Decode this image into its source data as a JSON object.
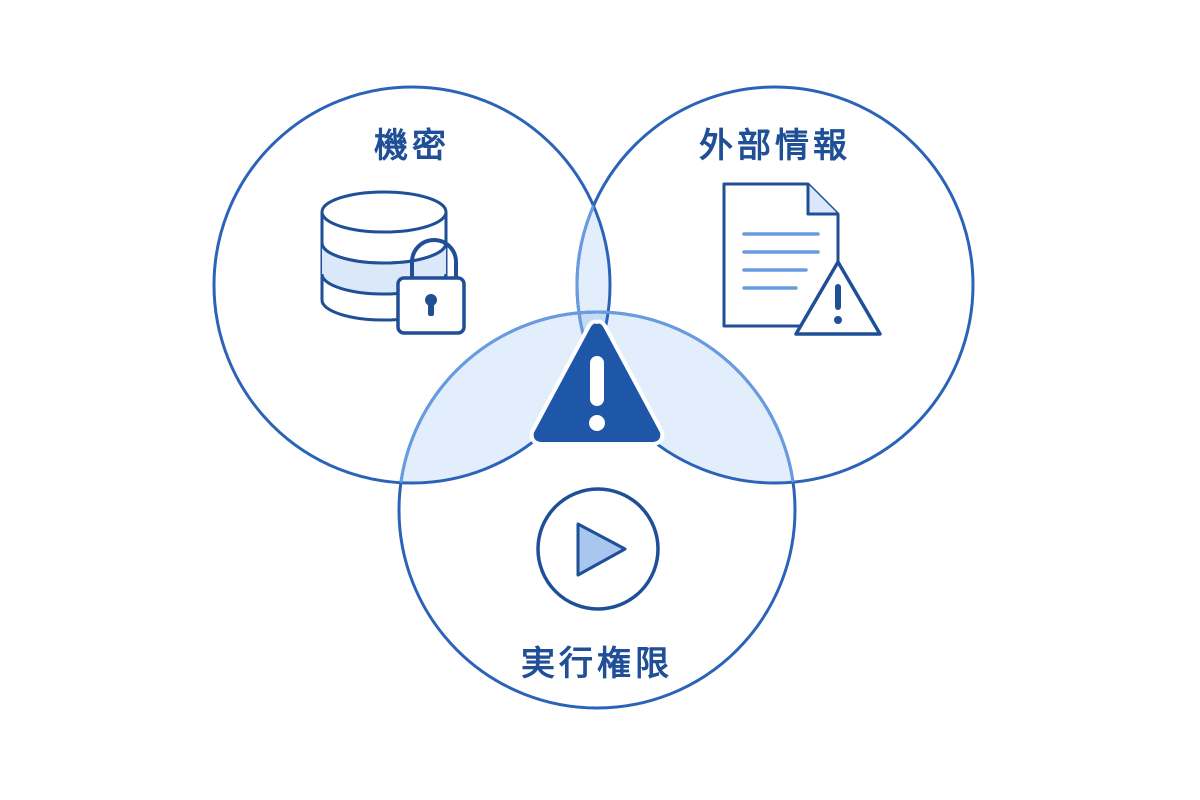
{
  "diagram": {
    "type": "venn",
    "sets": [
      {
        "id": "confidential",
        "label": "機密",
        "icon": "database-lock-icon"
      },
      {
        "id": "external",
        "label": "外部情報",
        "icon": "document-warning-icon"
      },
      {
        "id": "execution",
        "label": "実行権限",
        "icon": "play-circle-icon"
      }
    ],
    "center_icon": "warning-triangle-icon"
  },
  "colors": {
    "stroke": "#2b63b8",
    "stroke_light": "#6a9be0",
    "fill_overlap": "#dce9fb",
    "fill_center": "#b7d1f3",
    "icon_dark": "#1f4f96",
    "icon_light": "#a9c6ef",
    "warning_fill": "#1e56a8"
  }
}
